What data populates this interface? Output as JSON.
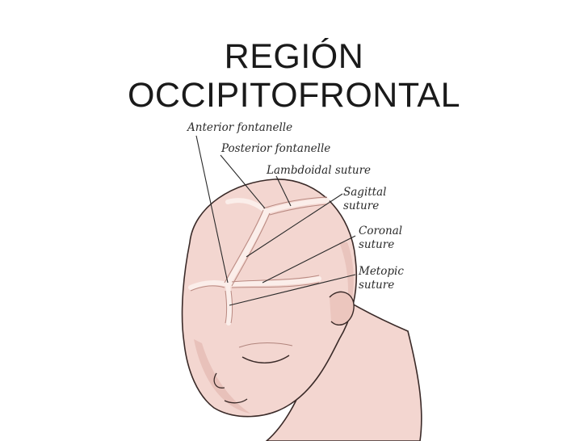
{
  "slide": {
    "title_line1": "REGIÓN",
    "title_line2": "OCCIPITOFRONTAL"
  },
  "diagram": {
    "labels": {
      "anterior_fontanelle": "Anterior fontanelle",
      "posterior_fontanelle": "Posterior fontanelle",
      "lambdoidal_suture": "Lambdoidal suture",
      "sagittal_suture_1": "Sagittal",
      "sagittal_suture_2": "suture",
      "coronal_suture_1": "Coronal",
      "coronal_suture_2": "suture",
      "metopic_suture_1": "Metopic",
      "metopic_suture_2": "suture"
    },
    "colors": {
      "skin": "#f3d6d0",
      "skin_shadow": "#e3b8b0",
      "outline": "#3a2a28",
      "suture": "#fbeeea"
    }
  }
}
